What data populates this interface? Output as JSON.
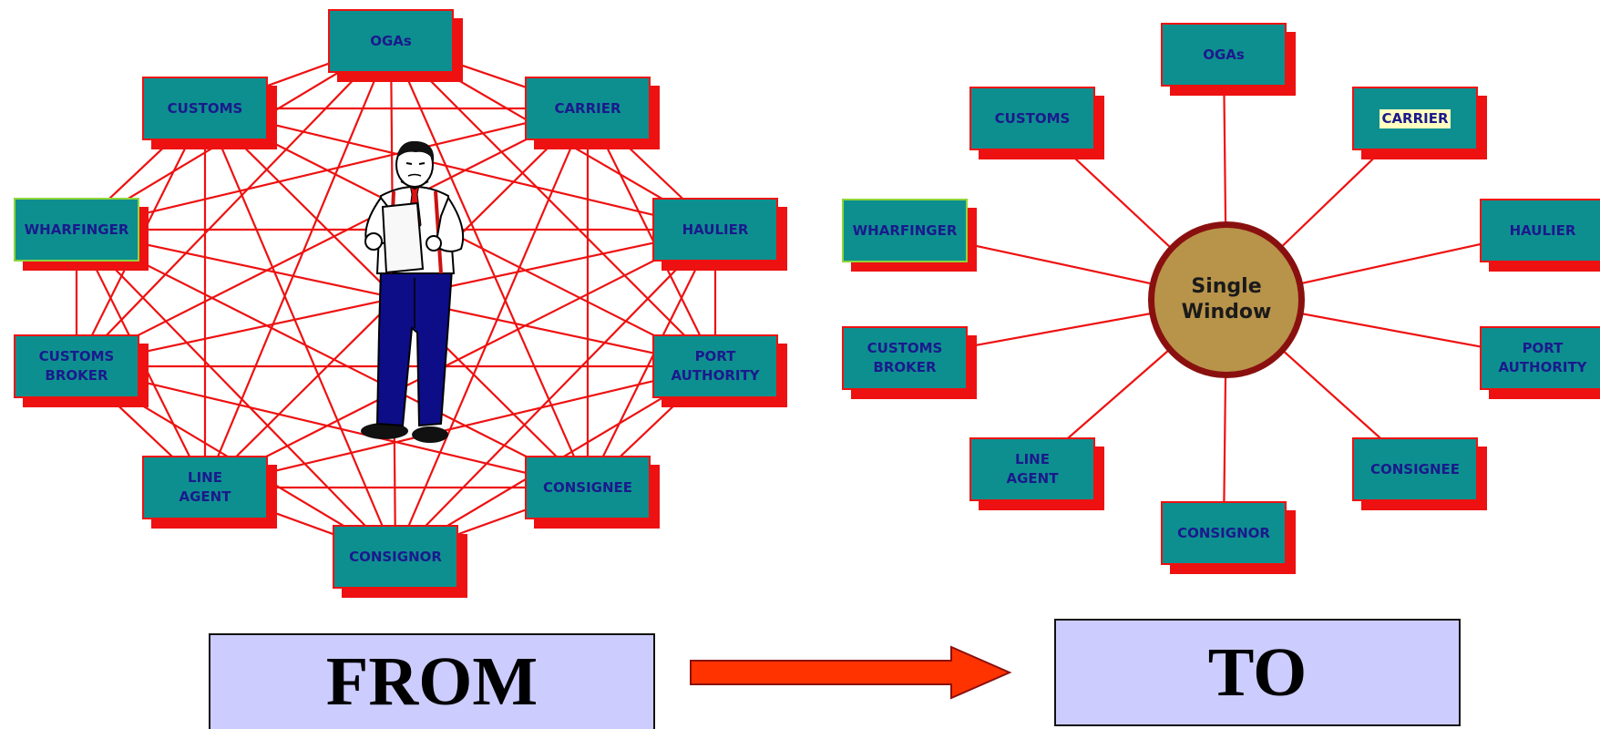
{
  "from_diagram": {
    "nodes": [
      "OGAs",
      "CARRIER",
      "HAULIER",
      "PORT\nAUTHORITY",
      "CONSIGNEE",
      "CONSIGNOR",
      "LINE\nAGENT",
      "CUSTOMS\nBROKER",
      "WHARFINGER",
      "CUSTOMS"
    ]
  },
  "to_diagram": {
    "hub_label": "Single\nWindow",
    "nodes": [
      "OGAs",
      "CARRIER",
      "HAULIER",
      "PORT\nAUTHORITY",
      "CONSIGNEE",
      "CONSIGNOR",
      "LINE\nAGENT",
      "CUSTOMS\nBROKER",
      "WHARFINGER",
      "CUSTOMS"
    ]
  },
  "captions": {
    "from": "FROM",
    "to": "TO"
  },
  "colors": {
    "box_fill": "#0e8f8f",
    "box_text": "#1a1a8c",
    "connector": "#ee1111",
    "hub_fill": "#b8934a",
    "hub_border": "#8a1010",
    "caption_panel": "#ccccff",
    "arrow": "#ff3300"
  }
}
